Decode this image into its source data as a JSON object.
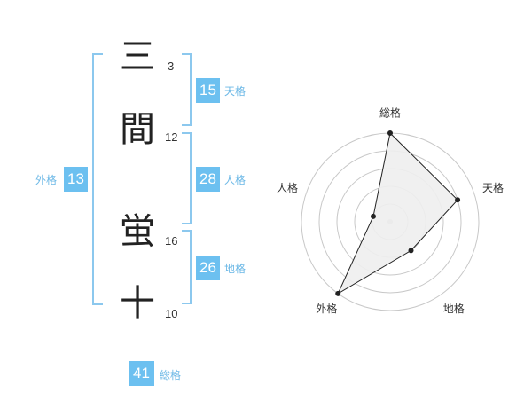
{
  "name_chars": [
    {
      "char": "三",
      "strokes": "3"
    },
    {
      "char": "間",
      "strokes": "12"
    },
    {
      "char": "蛍",
      "strokes": "16"
    },
    {
      "char": "十",
      "strokes": "10"
    }
  ],
  "kaku": {
    "tenkaku": {
      "value": "15",
      "label": "天格"
    },
    "jinkaku": {
      "value": "28",
      "label": "人格"
    },
    "chikaku": {
      "value": "26",
      "label": "地格"
    },
    "gaikaku": {
      "value": "13",
      "label": "外格"
    },
    "soukaku": {
      "value": "41",
      "label": "総格"
    }
  },
  "colors": {
    "accent": "#6cc0f0",
    "bracket": "#8cc8ee",
    "accent_text": "#6cb8e6"
  },
  "chart_data": {
    "type": "radar",
    "axes": [
      "総格",
      "天格",
      "地格",
      "外格",
      "人格"
    ],
    "values": [
      1.0,
      0.8,
      0.4,
      1.0,
      0.2
    ],
    "range": [
      0,
      1
    ],
    "rings": 5
  }
}
